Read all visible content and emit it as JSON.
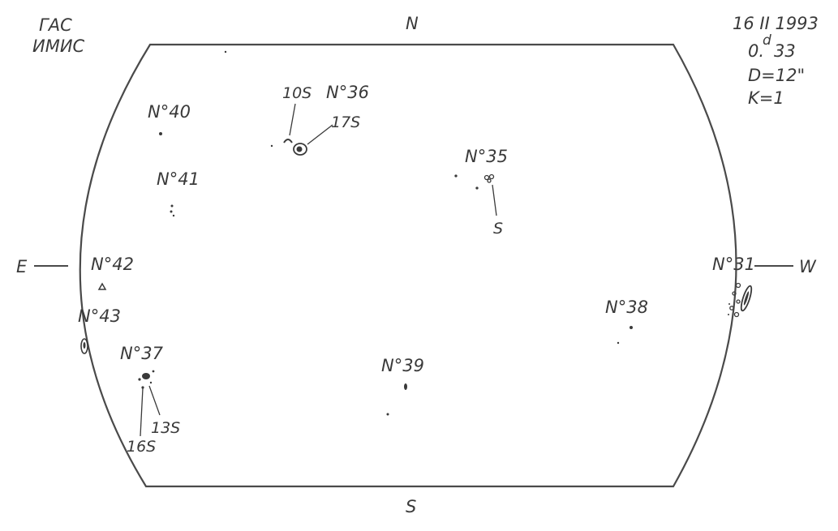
{
  "header": {
    "observatory_line1": "ГАС",
    "observatory_line2": "ИМИС",
    "date": "16 II 1993",
    "time_main": "0.",
    "time_sup": "d",
    "time_rest": "33",
    "diameter": "D=12\"",
    "k_value": "K=1"
  },
  "compass": {
    "north": "N",
    "south": "S",
    "east": "E",
    "west": "W"
  },
  "regions": {
    "r31": "N°31",
    "r35": "N°35",
    "r35_sub": "S",
    "r36": "N°36",
    "r36_sub_a": "10S",
    "r36_sub_b": "17S",
    "r37": "N°37",
    "r37_sub_a": "13S",
    "r37_sub_b": "16S",
    "r38": "N°38",
    "r39": "N°39",
    "r40": "N°40",
    "r41": "N°41",
    "r42": "N°42",
    "r43": "N°43"
  }
}
